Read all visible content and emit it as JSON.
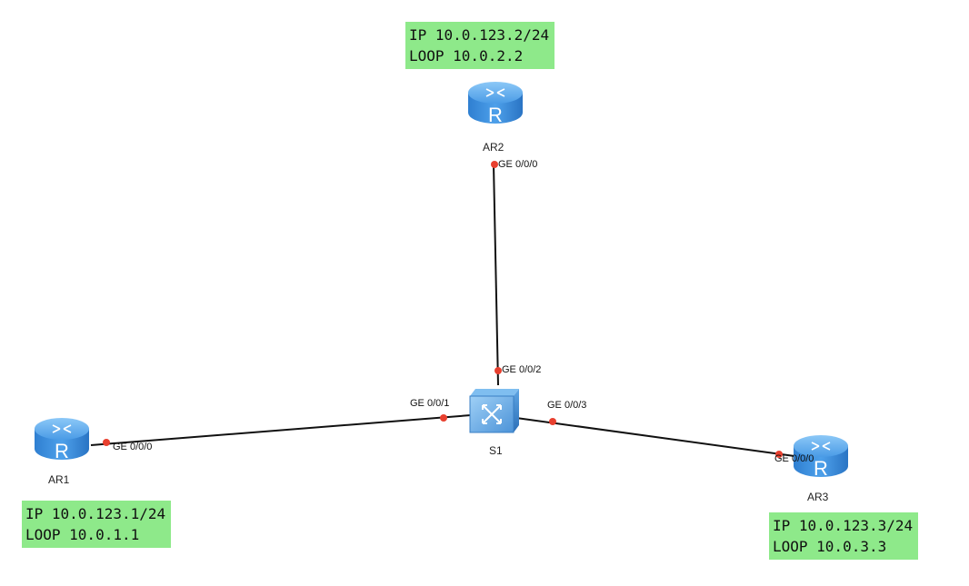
{
  "diagram": {
    "devices": [
      {
        "id": "AR1",
        "label": "AR1",
        "kind": "router"
      },
      {
        "id": "AR2",
        "label": "AR2",
        "kind": "router"
      },
      {
        "id": "AR3",
        "label": "AR3",
        "kind": "router"
      },
      {
        "id": "S1",
        "label": "S1",
        "kind": "switch"
      }
    ],
    "links": [
      {
        "from": "AR2",
        "from_port": "GE 0/0/0",
        "to": "S1",
        "to_port": "GE 0/0/2"
      },
      {
        "from": "AR1",
        "from_port": "GE 0/0/0",
        "to": "S1",
        "to_port": "GE 0/0/1"
      },
      {
        "from": "S1",
        "from_port": "GE 0/0/3",
        "to": "AR3",
        "to_port": "GE 0/0/0"
      }
    ],
    "notes": {
      "ar1": {
        "ip": "IP 10.0.123.1/24",
        "loop": "LOOP 10.0.1.1"
      },
      "ar2": {
        "ip": "IP 10.0.123.2/24",
        "loop": "LOOP 10.0.2.2"
      },
      "ar3": {
        "ip": "IP 10.0.123.3/24",
        "loop": "LOOP 10.0.3.3"
      }
    },
    "colors": {
      "note_bg": "#8ee98a",
      "port_dot": "#e8402f",
      "link": "#111111",
      "router_body": "#3b8ee0",
      "switch_body": "#4b95dc"
    },
    "icons": {
      "router": "router-icon",
      "switch": "switch-icon"
    }
  }
}
